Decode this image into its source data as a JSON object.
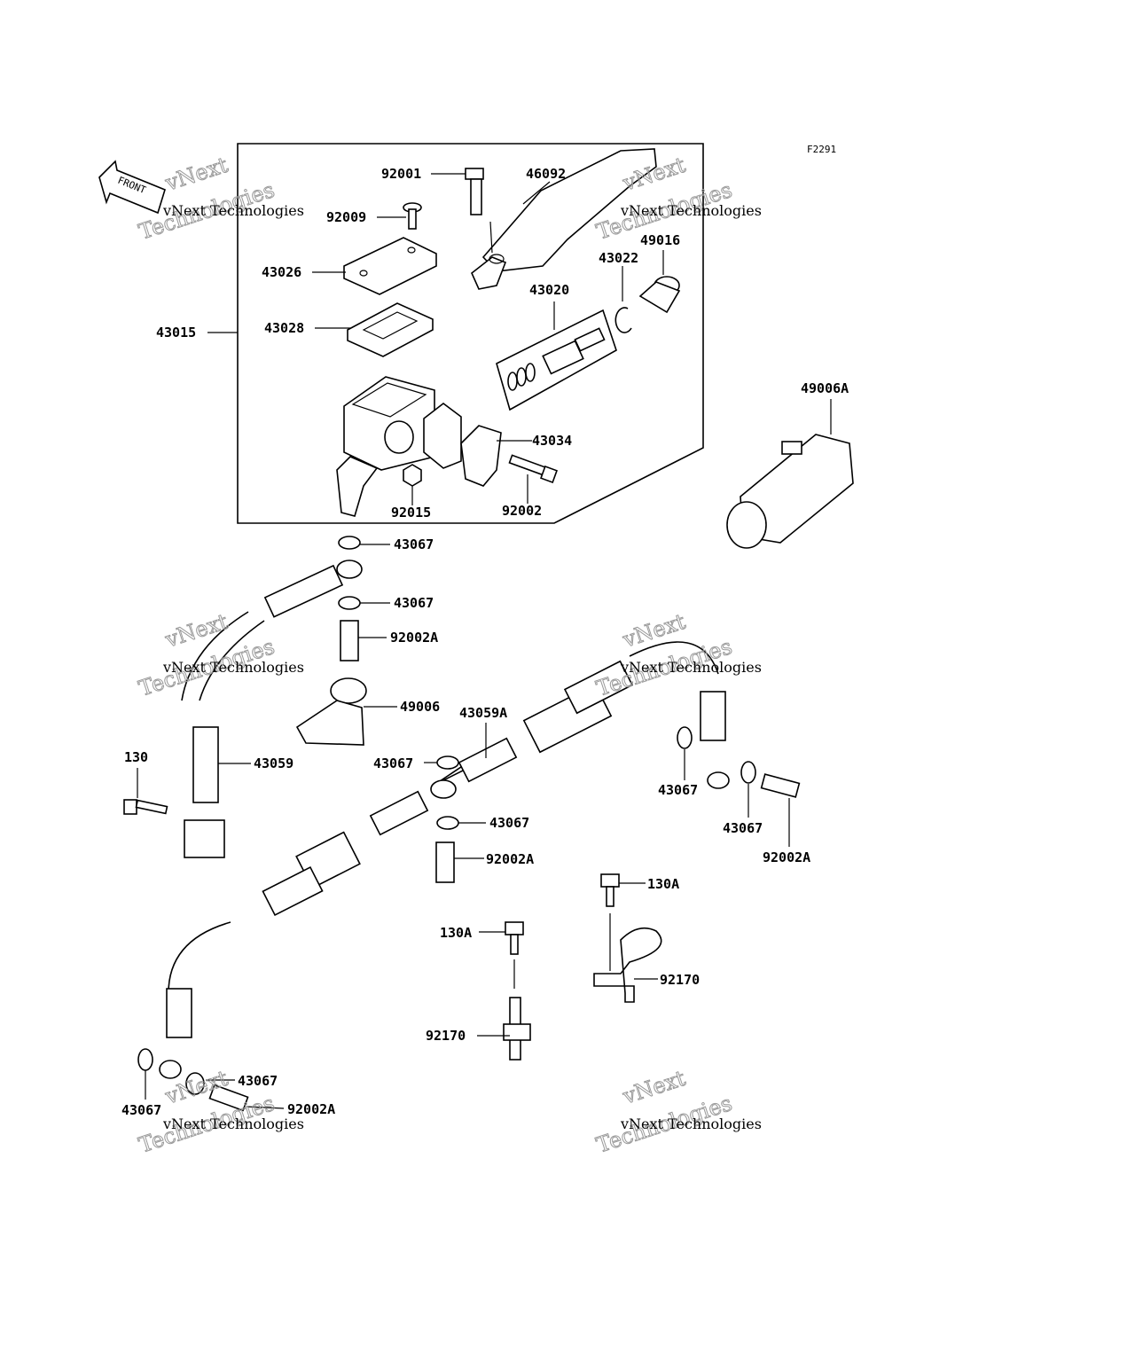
{
  "figure_code": "F2291",
  "front_arrow_text": "FRONT",
  "watermark": {
    "small": "vNext Technologies",
    "large_top": "vNext",
    "large_bottom": "Technologies"
  },
  "labels": {
    "p92001": "92001",
    "p46092": "46092",
    "p92009": "92009",
    "p43026": "43026",
    "p43022": "43022",
    "p49016": "49016",
    "p43020": "43020",
    "p43015": "43015",
    "p43028": "43028",
    "p43034": "43034",
    "p92015": "92015",
    "p92002": "92002",
    "p49006A": "49006A",
    "p43067_a": "43067",
    "p43067_b": "43067",
    "p92002A_a": "92002A",
    "p49006": "49006",
    "p43059A": "43059A",
    "p43067_c": "43067",
    "p130": "130",
    "p43059": "43059",
    "p43067_d": "43067",
    "p43067_e": "43067",
    "p92002A_b": "92002A",
    "p43067_f": "43067",
    "p92002A_c": "92002A",
    "p130A_a": "130A",
    "p130A_b": "130A",
    "p92170_a": "92170",
    "p92170_b": "92170",
    "p43067_g": "43067",
    "p43067_h": "43067",
    "p92002A_d": "92002A"
  }
}
